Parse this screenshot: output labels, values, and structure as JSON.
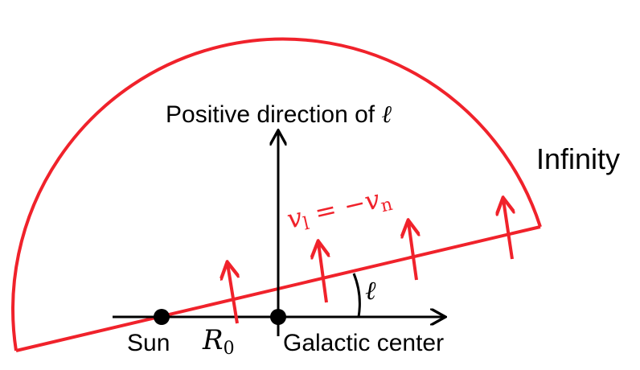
{
  "labels": {
    "positive_direction": "Positive direction of",
    "ell_symbol": "ℓ",
    "infinity": "Infinity",
    "sun": "Sun",
    "galactic_center": "Galactic center",
    "r0_main": "R",
    "r0_sub": "0",
    "angle_label": "ℓ",
    "velocity_v1": "v",
    "velocity_sub1": "l",
    "velocity_eq": " = −",
    "velocity_v2": "v",
    "velocity_sub2": "n"
  },
  "colors": {
    "accent": "#f0222b",
    "ink": "#000000"
  }
}
